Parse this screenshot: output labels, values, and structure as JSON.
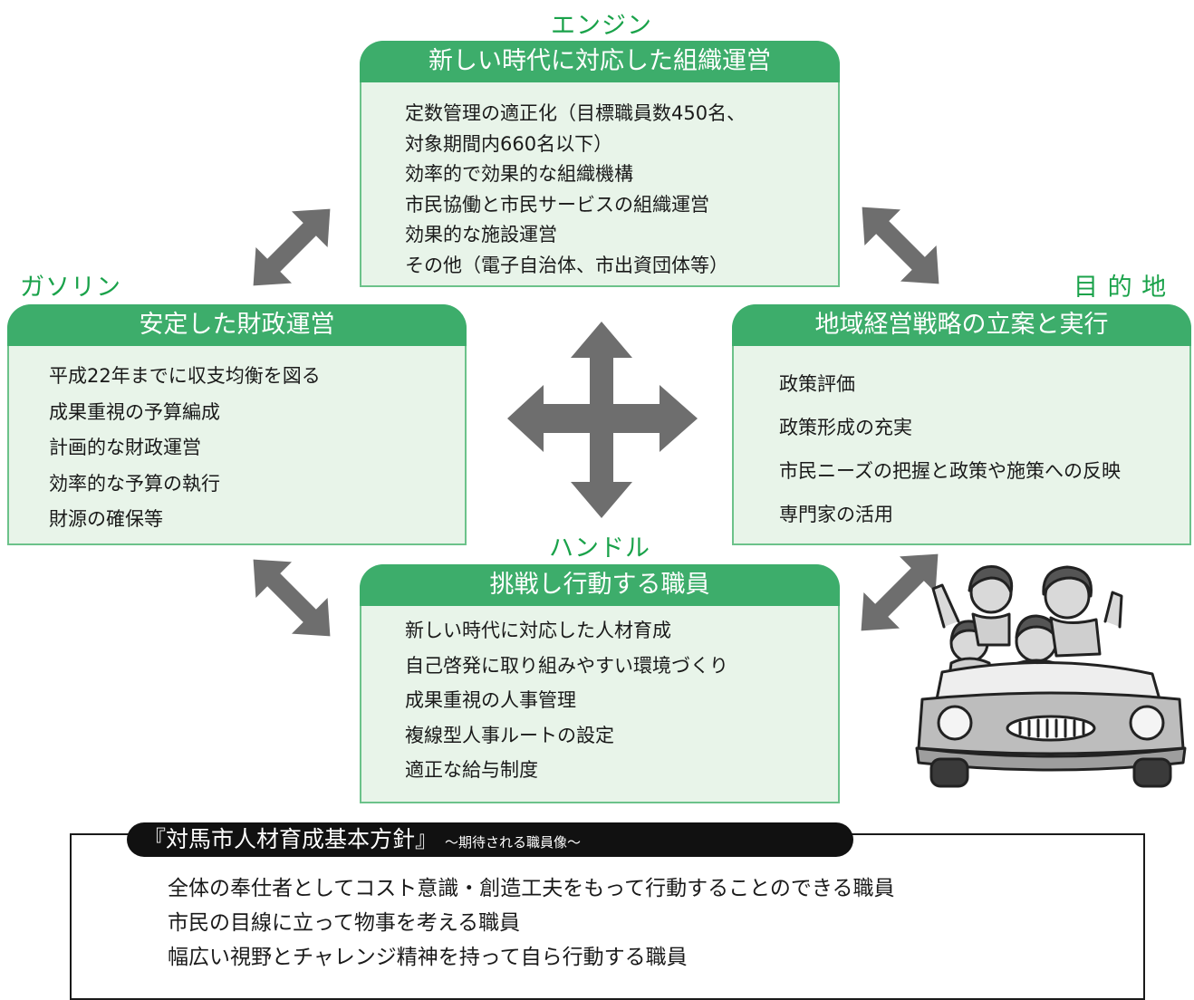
{
  "labels": {
    "engine": "エンジン",
    "gasoline": "ガソリン",
    "destination": "目 的 地",
    "handle": "ハンドル"
  },
  "top_panel": {
    "title": "新しい時代に対応した組織運営",
    "items": [
      "定数管理の適正化（目標職員数450名、",
      "対象期間内660名以下）",
      "効率的で効果的な組織機構",
      "市民協働と市民サービスの組織運営",
      "効果的な施設運営",
      "その他（電子自治体、市出資団体等）"
    ]
  },
  "left_panel": {
    "title": "安定した財政運営",
    "items": [
      "平成22年までに収支均衡を図る",
      "成果重視の予算編成",
      "計画的な財政運営",
      "効率的な予算の執行",
      "財源の確保等"
    ]
  },
  "right_panel": {
    "title": "地域経営戦略の立案と実行",
    "items": [
      "政策評価",
      "政策形成の充実",
      "市民ニーズの把握と政策や施策への反映",
      "専門家の活用"
    ]
  },
  "bottom_panel": {
    "title": "挑戦し行動する職員",
    "items": [
      "新しい時代に対応した人材育成",
      "自己啓発に取り組みやすい環境づくり",
      "成果重視の人事管理",
      "複線型人事ルートの設定",
      "適正な給与制度"
    ]
  },
  "policy": {
    "title": "『対馬市人材育成基本方針』",
    "subtitle": "～期待される職員像～",
    "items": [
      "全体の奉仕者としてコスト意識・創造工夫をもって行動することのできる職員",
      "市民の目線に立って物事を考える職員",
      "幅広い視野とチャレンジ精神を持って自ら行動する職員"
    ]
  },
  "colors": {
    "label_green": "#1aa24a",
    "header_green": "#3dad6b",
    "panel_fill": "#e8f4e9",
    "arrow_gray": "#6e6e6e"
  }
}
